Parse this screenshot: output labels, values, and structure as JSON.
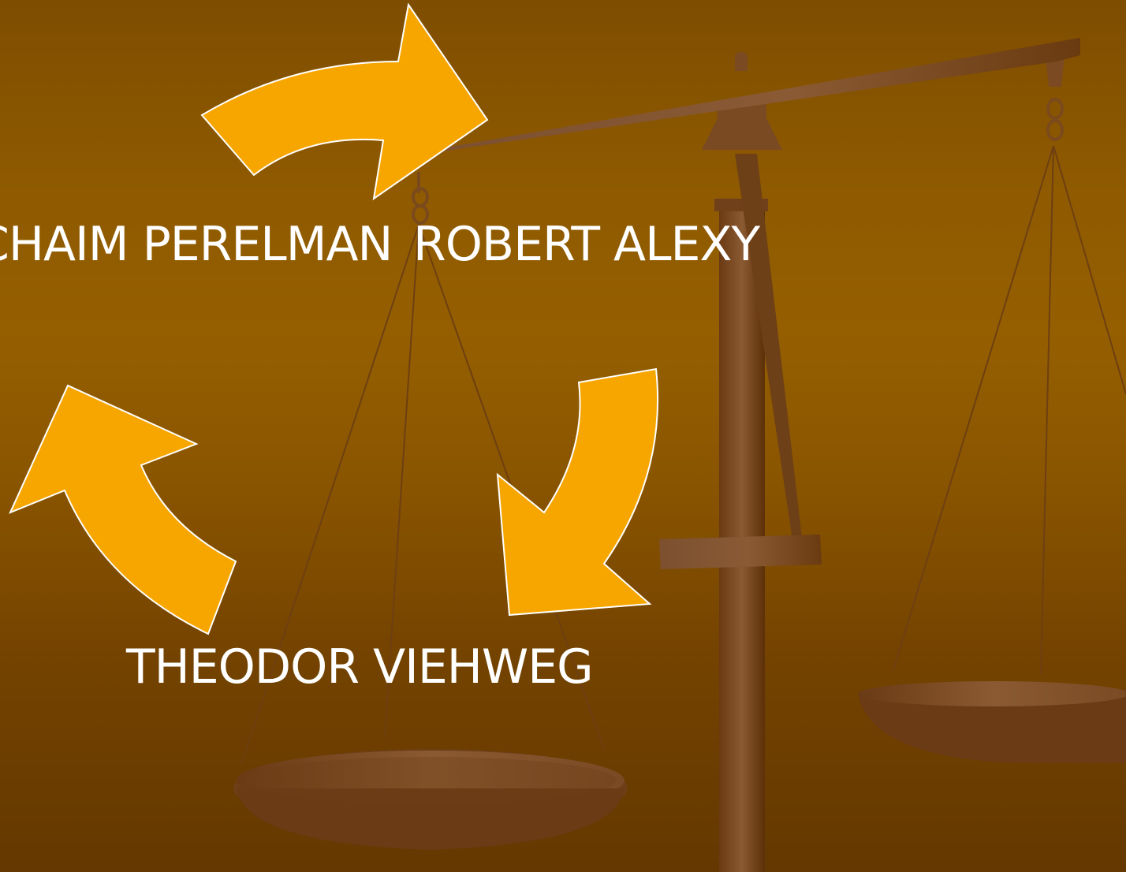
{
  "slide": {
    "names": {
      "perelman": "CHAIM PERELMAN",
      "alexy": "ROBERT ALEXY",
      "viehweg": "THEODOR VIEHWEG"
    },
    "illustration": "scales-of-justice",
    "arrows": [
      "arrow-perelman-to-alexy",
      "arrow-alexy-to-viehweg",
      "arrow-viehweg-to-perelman"
    ]
  },
  "colors": {
    "background_top": "#7e4d00",
    "background_bottom": "#643800",
    "arrow_fill": "#f7a600",
    "arrow_stroke": "#ffffff",
    "scale_brown": "#7a4a22",
    "text": "#ffffff"
  }
}
